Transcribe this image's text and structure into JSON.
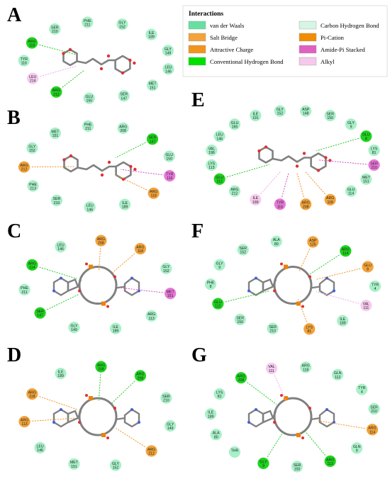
{
  "legend": {
    "title": "Interactions",
    "items": [
      {
        "label": "van der Waals",
        "color": "#66e0a0",
        "col": 0
      },
      {
        "label": "Salt Bridge",
        "color": "#f2a33a",
        "col": 0
      },
      {
        "label": "Attractive Charge",
        "color": "#f2941c",
        "col": 0
      },
      {
        "label": "Conventional Hydrogen Bond",
        "color": "#00e000",
        "col": 0
      },
      {
        "label": "Carbon Hydrogen Bond",
        "color": "#d6f5e4",
        "col": 1
      },
      {
        "label": "Pi-Cation",
        "color": "#f28c00",
        "col": 1
      },
      {
        "label": "Amide-Pi Stacked",
        "color": "#e060c0",
        "col": 1
      },
      {
        "label": "Alkyl",
        "color": "#f5c8ec",
        "col": 1
      }
    ]
  },
  "colors": {
    "vdw": "#9ef0c0",
    "hbond": "#22dd22",
    "charge": "#f2a33a",
    "pi": "#e070d0",
    "bond": "#808080",
    "oxygen": "#e03030",
    "nitrogen": "#4060e0",
    "phosphorus": "#f08000"
  },
  "panels": [
    {
      "letter": "A",
      "molecule": "cinnamoyl",
      "residues": [
        {
          "l1": "ARG",
          "l2": "118",
          "type": "hbond"
        },
        {
          "l1": "SER",
          "l2": "210",
          "type": "vdw"
        },
        {
          "l1": "PHE",
          "l2": "211",
          "type": "vdw"
        },
        {
          "l1": "GLY",
          "l2": "152",
          "type": "vdw"
        },
        {
          "l1": "ILE",
          "l2": "189",
          "type": "vdw"
        },
        {
          "l1": "GLY",
          "l2": "149",
          "type": "vdw"
        },
        {
          "l1": "LEU",
          "l2": "146",
          "type": "vdw"
        },
        {
          "l1": "MET",
          "l2": "151",
          "type": "vdw"
        },
        {
          "l1": "SER",
          "l2": "147",
          "type": "vdw"
        },
        {
          "l1": "GLU",
          "l2": "150",
          "type": "vdw"
        },
        {
          "l1": "ARG",
          "l2": "212",
          "type": "hbond"
        },
        {
          "l1": "LEU",
          "l2": "214",
          "type": "alkyl"
        },
        {
          "l1": "TYR",
          "l2": "116",
          "type": "vdw"
        }
      ]
    },
    {
      "letter": "B",
      "molecule": "cinnamoyl",
      "residues": [
        {
          "l1": "GLY",
          "l2": "152",
          "type": "vdw"
        },
        {
          "l1": "MET",
          "l2": "151",
          "type": "vdw"
        },
        {
          "l1": "PHE",
          "l2": "211",
          "type": "vdw"
        },
        {
          "l1": "ARG",
          "l2": "208",
          "type": "vdw"
        },
        {
          "l1": "SER",
          "l2": "147",
          "type": "hbond"
        },
        {
          "l1": "GLU",
          "l2": "150",
          "type": "vdw"
        },
        {
          "l1": "TYR",
          "l2": "116",
          "type": "pi"
        },
        {
          "l1": "ARG",
          "l2": "118",
          "type": "charge"
        },
        {
          "l1": "ILE",
          "l2": "189",
          "type": "vdw"
        },
        {
          "l1": "LEU",
          "l2": "146",
          "type": "vdw"
        },
        {
          "l1": "SER",
          "l2": "210",
          "type": "vdw"
        },
        {
          "l1": "PHE",
          "l2": "213",
          "type": "vdw"
        },
        {
          "l1": "ARG",
          "l2": "212",
          "type": "charge"
        }
      ]
    },
    {
      "letter": "C",
      "molecule": "cyclic",
      "residues": [
        {
          "l1": "ARG",
          "l2": "114",
          "type": "hbond"
        },
        {
          "l1": "LEU",
          "l2": "146",
          "type": "vdw"
        },
        {
          "l1": "ARG",
          "l2": "208",
          "type": "charge"
        },
        {
          "l1": "ARG",
          "l2": "118",
          "type": "charge"
        },
        {
          "l1": "GLY",
          "l2": "152",
          "type": "vdw"
        },
        {
          "l1": "MET",
          "l2": "151",
          "type": "pi"
        },
        {
          "l1": "ARG",
          "l2": "113",
          "type": "vdw"
        },
        {
          "l1": "ILE",
          "l2": "189",
          "type": "vdw"
        },
        {
          "l1": "GLY",
          "l2": "149",
          "type": "vdw"
        },
        {
          "l1": "SER",
          "l2": "147",
          "type": "hbond"
        },
        {
          "l1": "PHE",
          "l2": "211",
          "type": "vdw"
        }
      ]
    },
    {
      "letter": "D",
      "molecule": "cyclic",
      "residues": [
        {
          "l1": "ARG",
          "l2": "118",
          "type": "charge"
        },
        {
          "l1": "ILE",
          "l2": "189",
          "type": "vdw"
        },
        {
          "l1": "ARG",
          "l2": "208",
          "type": "hbond"
        },
        {
          "l1": "ARG",
          "l2": "208",
          "type": "hbond"
        },
        {
          "l1": "SER",
          "l2": "210",
          "type": "vdw"
        },
        {
          "l1": "GLY",
          "l2": "149",
          "type": "vdw"
        },
        {
          "l1": "ARG",
          "l2": "212",
          "type": "charge"
        },
        {
          "l1": "GLY",
          "l2": "152",
          "type": "vdw"
        },
        {
          "l1": "MET",
          "l2": "151",
          "type": "vdw"
        },
        {
          "l1": "LEU",
          "l2": "146",
          "type": "vdw"
        },
        {
          "l1": "ARG",
          "l2": "113",
          "type": "charge"
        }
      ]
    },
    {
      "letter": "E",
      "molecule": "cinnamoyl",
      "residues": [
        {
          "l1": "LEU",
          "l2": "146",
          "type": "vdw"
        },
        {
          "l1": "GLU",
          "l2": "165",
          "type": "vdw"
        },
        {
          "l1": "ILE",
          "l2": "191",
          "type": "vdw"
        },
        {
          "l1": "GLY",
          "l2": "152",
          "type": "vdw"
        },
        {
          "l1": "ASP",
          "l2": "148",
          "type": "vdw"
        },
        {
          "l1": "SER",
          "l2": "150",
          "type": "vdw"
        },
        {
          "l1": "GLY",
          "l2": "9",
          "type": "vdw"
        },
        {
          "l1": "GLU",
          "l2": "8",
          "type": "hbond"
        },
        {
          "l1": "LYS",
          "l2": "81",
          "type": "vdw"
        },
        {
          "l1": "SER",
          "l2": "210",
          "type": "pi"
        },
        {
          "l1": "MET",
          "l2": "151",
          "type": "vdw"
        },
        {
          "l1": "GLU",
          "l2": "114",
          "type": "vdw"
        },
        {
          "l1": "ARG",
          "l2": "118",
          "type": "charge"
        },
        {
          "l1": "ARG",
          "l2": "208",
          "type": "charge"
        },
        {
          "l1": "TYR",
          "l2": "116",
          "type": "pi"
        },
        {
          "l1": "ILE",
          "l2": "189",
          "type": "alkyl"
        },
        {
          "l1": "ARG",
          "l2": "212",
          "type": "vdw"
        },
        {
          "l1": "GLU",
          "l2": "112",
          "type": "hbond"
        },
        {
          "l1": "LYS",
          "l2": "113",
          "type": "vdw"
        },
        {
          "l1": "VAL",
          "l2": "196",
          "type": "vdw"
        }
      ]
    },
    {
      "letter": "F",
      "molecule": "cyclic",
      "residues": [
        {
          "l1": "GLY",
          "l2": "9",
          "type": "vdw"
        },
        {
          "l1": "SER",
          "l2": "152",
          "type": "vdw"
        },
        {
          "l1": "ALA",
          "l2": "80",
          "type": "vdw"
        },
        {
          "l1": "ASP",
          "l2": "125",
          "type": "charge"
        },
        {
          "l1": "ARG",
          "l2": "114",
          "type": "hbond"
        },
        {
          "l1": "GLU",
          "l2": "8",
          "type": "charge"
        },
        {
          "l1": "TYR",
          "l2": "4",
          "type": "vdw"
        },
        {
          "l1": "VAL",
          "l2": "111",
          "type": "alkyl"
        },
        {
          "l1": "ILE",
          "l2": "189",
          "type": "vdw"
        },
        {
          "l1": "LYS",
          "l2": "81",
          "type": "charge"
        },
        {
          "l1": "SER",
          "l2": "210",
          "type": "vdw"
        },
        {
          "l1": "SER",
          "l2": "150",
          "type": "vdw"
        },
        {
          "l1": "GLU",
          "l2": "112",
          "type": "hbond"
        },
        {
          "l1": "PHE",
          "l2": "8",
          "type": "vdw"
        }
      ]
    },
    {
      "letter": "G",
      "molecule": "cyclic",
      "residues": [
        {
          "l1": "LYS",
          "l2": "81",
          "type": "vdw"
        },
        {
          "l1": "ARG",
          "l2": "208",
          "type": "hbond"
        },
        {
          "l1": "VAL",
          "l2": "111",
          "type": "alkyl"
        },
        {
          "l1": "ARG",
          "l2": "118",
          "type": "vdw"
        },
        {
          "l1": "GLN",
          "l2": "112",
          "type": "vdw"
        },
        {
          "l1": "TYR",
          "l2": "4",
          "type": "vdw"
        },
        {
          "l1": "SER",
          "l2": "210",
          "type": "vdw"
        },
        {
          "l1": "ARG",
          "l2": "114",
          "type": "charge"
        },
        {
          "l1": "GLN",
          "l2": "9",
          "type": "vdw"
        },
        {
          "l1": "ARG",
          "l2": "113",
          "type": "hbond"
        },
        {
          "l1": "SER",
          "l2": "150",
          "type": "vdw"
        },
        {
          "l1": "GLY",
          "l2": "9",
          "type": "hbond"
        },
        {
          "l1": "THR",
          "l2": "",
          "type": "vdw"
        },
        {
          "l1": "ALA",
          "l2": "80",
          "type": "vdw"
        },
        {
          "l1": "ILE",
          "l2": "189",
          "type": "vdw"
        }
      ]
    }
  ]
}
